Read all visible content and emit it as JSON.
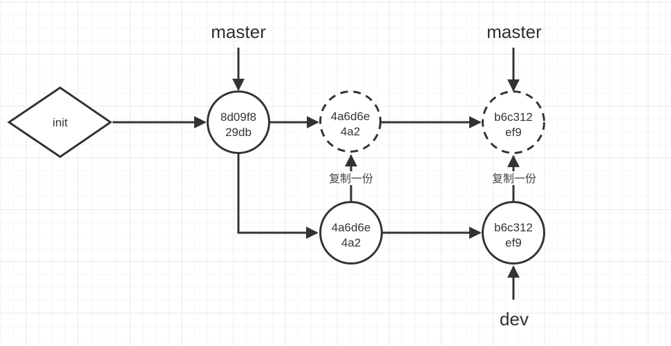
{
  "canvas": {
    "background": "#ffffff",
    "grid_minor_color": "#f4f4f4",
    "grid_major_color": "#e8e8e8",
    "stroke_color": "#333333"
  },
  "nodes": {
    "init": {
      "label": "init"
    },
    "commit_8d09f8": {
      "line1": "8d09f8",
      "line2": "29db"
    },
    "copy_4a6d6e": {
      "line1": "4a6d6e",
      "line2": "4a2"
    },
    "copy_b6c312": {
      "line1": "b6c312",
      "line2": "ef9"
    },
    "commit_4a6d6e": {
      "line1": "4a6d6e",
      "line2": "4a2"
    },
    "commit_b6c312": {
      "line1": "b6c312",
      "line2": "ef9"
    }
  },
  "labels": {
    "master_left": "master",
    "master_right": "master",
    "dev": "dev",
    "copy_left": "复制一份",
    "copy_right": "复制一份"
  }
}
